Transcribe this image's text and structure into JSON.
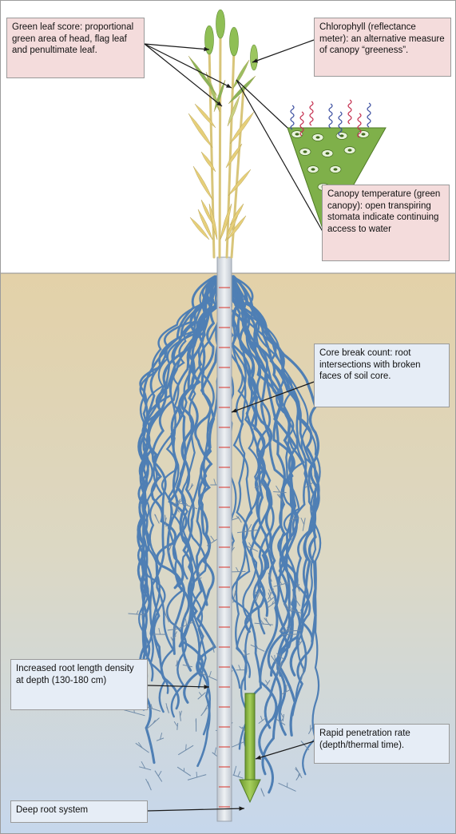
{
  "callouts": {
    "green_leaf_score": "Green leaf score: proportional green area of head, flag leaf and penultimate leaf.",
    "chlorophyll": "Chlorophyll (reflectance meter): an alternative measure of canopy “greeness”.",
    "canopy_temperature": "Canopy temperature (green canopy): open transpiring stomata indicate continuing access to water",
    "core_break_count": "Core break count: root intersections with broken faces of soil core.",
    "root_length_density": "Increased root length density at depth (130-180 cm)",
    "penetration_rate": "Rapid penetration rate (depth/thermal time).",
    "deep_root_system": "Deep root system"
  },
  "colors": {
    "sky": "#ffffff",
    "soil_top": "#e3d1a8",
    "soil_bottom": "#c9d8ea",
    "root": "#4f7fb4",
    "root_lateral": "#6e8aa8",
    "leaf_green": "#8ab45a",
    "leaf_straw": "#e6cf7a",
    "canopy_triangle": "#7fb04a",
    "core_tick": "#d9342b",
    "pink_box": "#f4dcdc",
    "blue_box": "#e6edf6"
  }
}
